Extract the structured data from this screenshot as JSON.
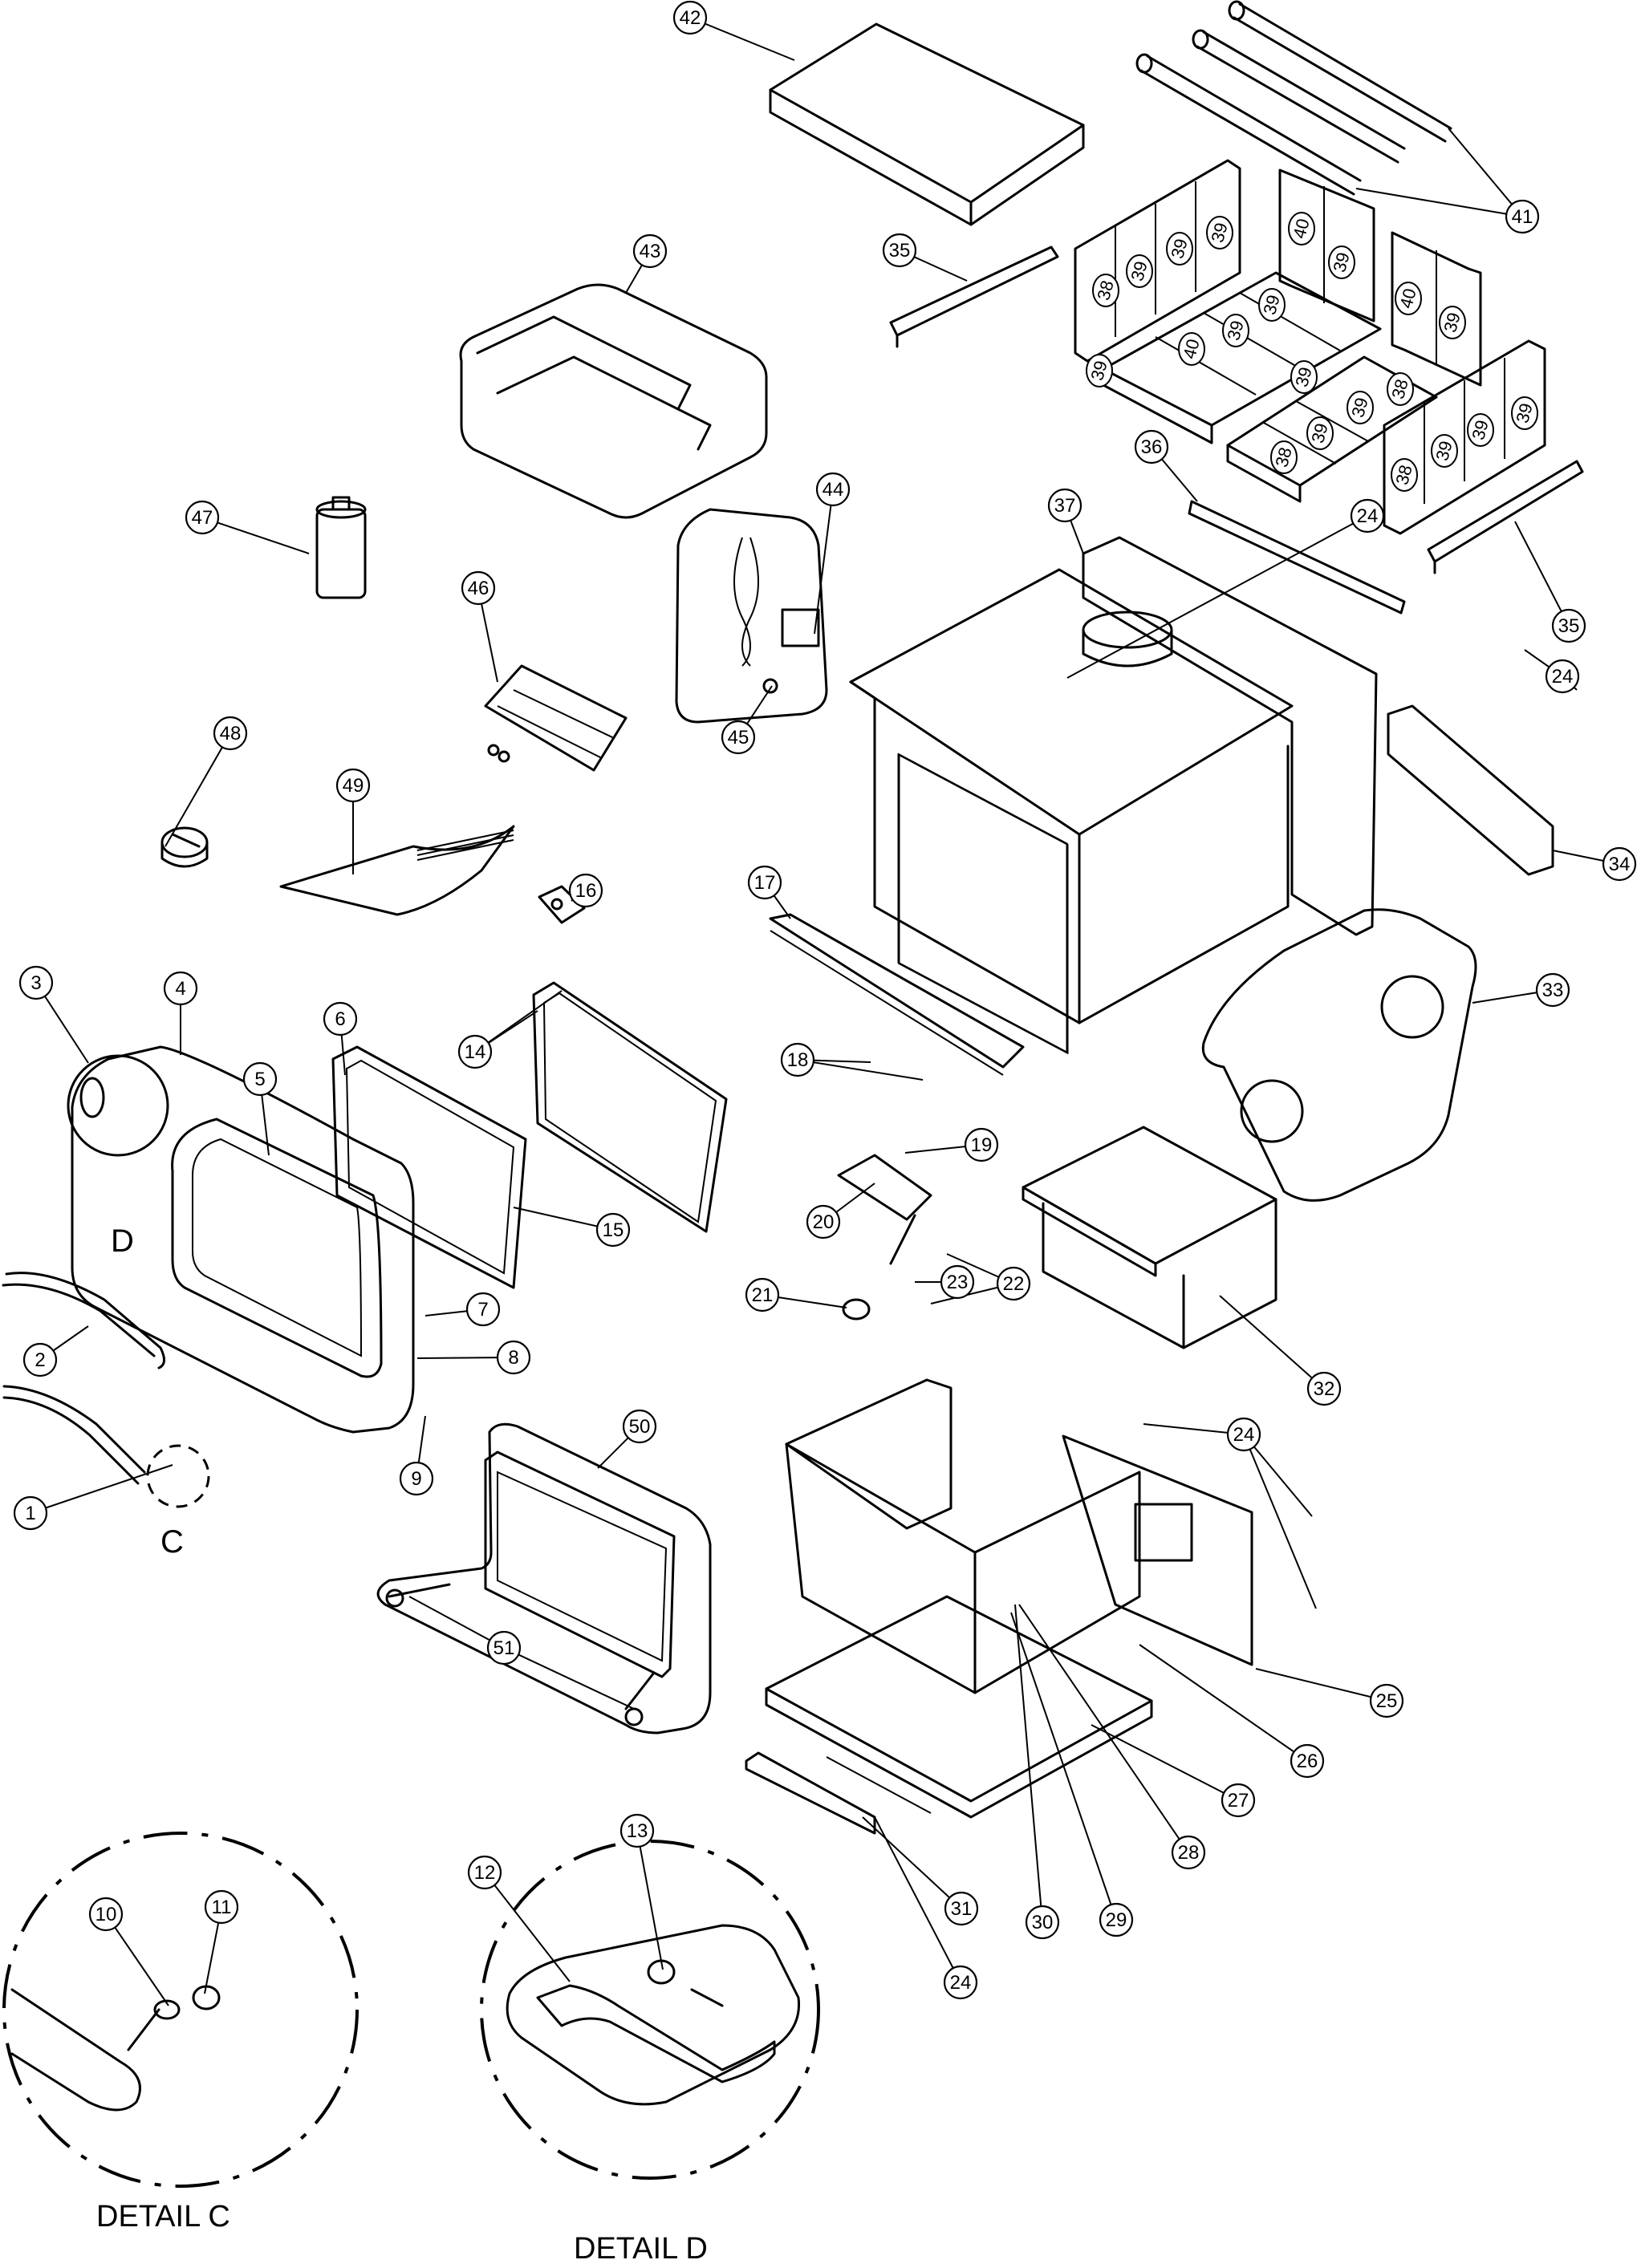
{
  "callouts": [
    {
      "n": "1"
    },
    {
      "n": "2"
    },
    {
      "n": "3"
    },
    {
      "n": "4"
    },
    {
      "n": "5"
    },
    {
      "n": "6"
    },
    {
      "n": "7"
    },
    {
      "n": "8"
    },
    {
      "n": "9"
    },
    {
      "n": "10"
    },
    {
      "n": "11"
    },
    {
      "n": "12"
    },
    {
      "n": "13"
    },
    {
      "n": "14"
    },
    {
      "n": "15"
    },
    {
      "n": "16"
    },
    {
      "n": "17"
    },
    {
      "n": "18"
    },
    {
      "n": "19"
    },
    {
      "n": "20"
    },
    {
      "n": "21"
    },
    {
      "n": "22"
    },
    {
      "n": "23"
    },
    {
      "n": "24"
    },
    {
      "n": "24"
    },
    {
      "n": "24"
    },
    {
      "n": "24"
    },
    {
      "n": "25"
    },
    {
      "n": "26"
    },
    {
      "n": "27"
    },
    {
      "n": "28"
    },
    {
      "n": "29"
    },
    {
      "n": "30"
    },
    {
      "n": "31"
    },
    {
      "n": "32"
    },
    {
      "n": "33"
    },
    {
      "n": "34"
    },
    {
      "n": "35"
    },
    {
      "n": "35"
    },
    {
      "n": "36"
    },
    {
      "n": "37"
    },
    {
      "n": "41"
    },
    {
      "n": "42"
    },
    {
      "n": "43"
    },
    {
      "n": "44"
    },
    {
      "n": "45"
    },
    {
      "n": "46"
    },
    {
      "n": "47"
    },
    {
      "n": "48"
    },
    {
      "n": "49"
    },
    {
      "n": "50"
    },
    {
      "n": "51"
    }
  ],
  "brick_tags": [
    "38",
    "39",
    "39",
    "39",
    "40",
    "39",
    "39",
    "40",
    "39",
    "39",
    "39",
    "38",
    "40",
    "39",
    "38",
    "39",
    "39",
    "38",
    "39",
    "39",
    "39"
  ],
  "detail_letters": {
    "c": "C",
    "d": "D"
  },
  "captions": {
    "detail_c": "DETAIL C",
    "detail_d": "DETAIL D"
  }
}
